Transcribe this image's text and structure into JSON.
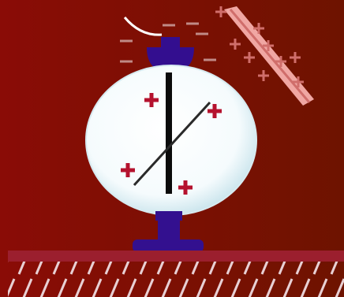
{
  "scene": {
    "description_icons": [
      "electroscope-icon",
      "charged-rod-icon",
      "ground-icon"
    ],
    "colors": {
      "background_left": "#8a0c06",
      "background_right": "#6e1300",
      "knob": "#330e8f",
      "stem": "#0b0b0b",
      "sphere_fill": "#f5fbfd",
      "sphere_rim": "#c9e4ec",
      "leaf": "#2a2a2a",
      "base": "#33108f",
      "plus_sign": "#b5122e",
      "minus_sign": "#c08a86",
      "rod_fill": "#f0a7a3",
      "rod_stripe": "#d06e6b",
      "ground_bar": "#9b1f2e",
      "ground_hatch": "#e8d0d4"
    },
    "charges": {
      "sphere_plus_count": 4,
      "knob_minus_count": 6,
      "rod_plus_count": 9
    }
  }
}
